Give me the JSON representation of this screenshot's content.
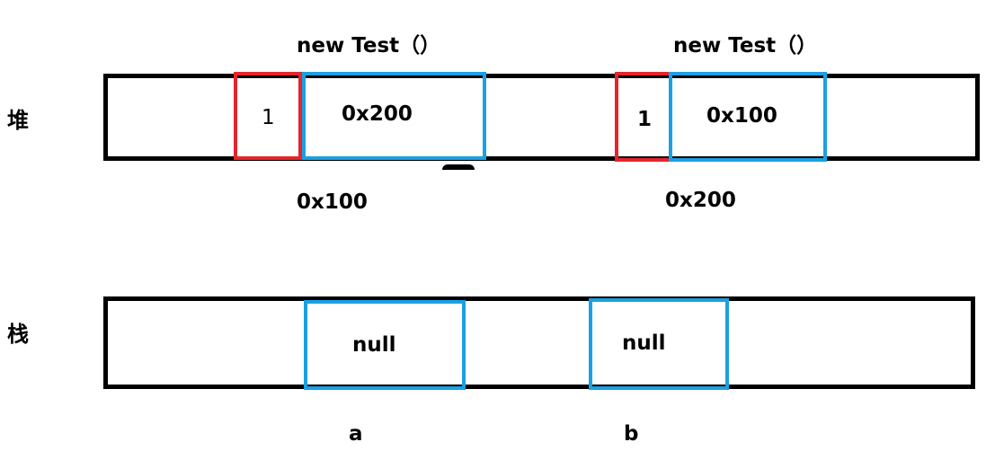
{
  "colors": {
    "outline": "#000000",
    "field_cell": "#e5252b",
    "reference_cell": "#1ba0e2"
  },
  "heap": {
    "label": "堆",
    "objects": [
      {
        "title": "new Test（）",
        "field_value": "1",
        "reference_value": "0x200",
        "address": "0x100"
      },
      {
        "title": "new Test（）",
        "field_value": "1",
        "reference_value": "0x100",
        "address": "0x200"
      }
    ]
  },
  "stack": {
    "label": "栈",
    "variables": [
      {
        "value": "null",
        "name": "a"
      },
      {
        "value": "null",
        "name": "b"
      }
    ]
  }
}
